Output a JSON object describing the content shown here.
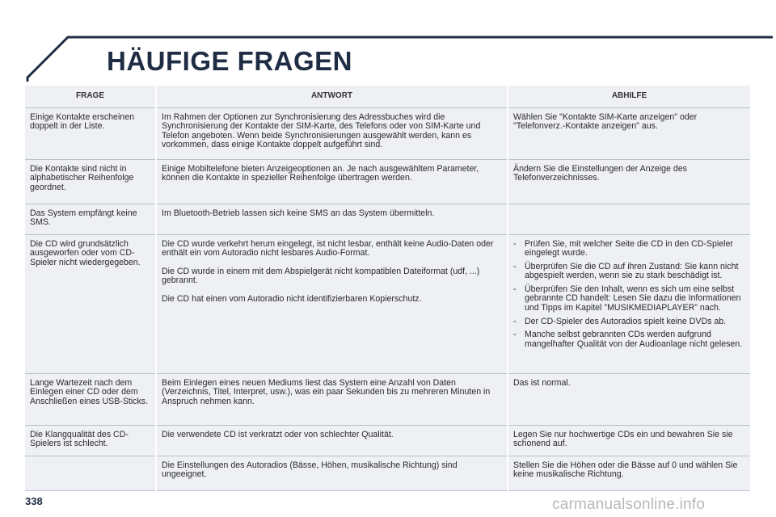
{
  "page": {
    "title": "HÄUFIGE FRAGEN",
    "page_number": "338",
    "watermark": "carmanualsonline.info"
  },
  "colors": {
    "title": "#1e2d44",
    "tab_border": "#1e2d44",
    "table_fill": "#eef0f4",
    "row_rule": "#b9c0cc"
  },
  "table": {
    "headers": {
      "question": "FRAGE",
      "answer": "ANTWORT",
      "remedy": "ABHILFE"
    },
    "rows": [
      {
        "question": "Einige Kontakte erscheinen doppelt in der Liste.",
        "answer": "Im Rahmen der Optionen zur Synchronisierung des Adressbuches wird die Synchronisierung der Kontakte der SIM-Karte, des Telefons oder von SIM-Karte und Telefon angeboten. Wenn beide Synchronisierungen ausgewählt werden, kann es vorkommen, dass einige Kontakte doppelt aufgeführt sind.",
        "remedy": "Wählen Sie \"Kontakte SIM-Karte anzeigen\" oder \"Telefonverz.-Kontakte anzeigen\" aus."
      },
      {
        "question": "Die Kontakte sind nicht in alphabetischer Reihenfolge geordnet.",
        "answer": "Einige Mobiltelefone bieten Anzeigeoptionen an. Je nach ausgewähltem Parameter, können die Kontakte in spezieller Reihenfolge übertragen werden.",
        "remedy": "Ändern Sie die Einstellungen der Anzeige des Telefonverzeichnisses."
      },
      {
        "question": "Das System empfängt keine SMS.",
        "answer": "Im Bluetooth-Betrieb lassen sich keine SMS an das System übermitteln.",
        "remedy": ""
      },
      {
        "question": "Die CD wird grundsätzlich ausgeworfen oder vom CD-Spieler nicht wiedergegeben.",
        "answers": [
          "Die CD wurde verkehrt herum eingelegt, ist nicht lesbar, enthält keine Audio-Daten oder enthält ein vom Autoradio nicht lesbares Audio-Format.",
          "Die CD wurde in einem mit dem Abspielgerät nicht kompatiblen Dateiformat (udf, ...) gebrannt.",
          "Die CD hat einen vom Autoradio nicht identifizierbaren Kopierschutz."
        ],
        "remedy_dash": "-",
        "remedies": [
          "Prüfen Sie, mit welcher Seite die CD in den CD-Spieler eingelegt wurde.",
          "Überprüfen Sie die CD auf ihren Zustand: Sie kann nicht abgespielt werden, wenn sie zu stark beschädigt ist.",
          "Überprüfen Sie den Inhalt, wenn es sich um eine selbst gebrannte CD handelt: Lesen Sie dazu die Informationen und Tipps im Kapitel \"MUSIKMEDIAPLAYER\" nach.",
          "Der CD-Spieler des Autoradios spielt keine DVDs ab.",
          "Manche selbst gebrannten CDs werden aufgrund mangelhafter Qualität von der Audioanlage nicht gelesen."
        ]
      },
      {
        "question": "Lange Wartezeit nach dem Einlegen einer CD oder dem Anschließen eines USB-Sticks.",
        "answer": "Beim Einlegen eines neuen Mediums liest das System eine Anzahl von Daten (Verzeichnis, Titel, Interpret, usw.), was ein paar Sekunden bis zu mehreren Minuten in Anspruch nehmen kann.",
        "remedy": "Das ist normal."
      },
      {
        "question": "Die Klangqualität des CD-Spielers ist schlecht.",
        "answer": "Die verwendete CD ist verkratzt oder von schlechter Qualität.",
        "remedy": "Legen Sie nur hochwertige CDs ein und bewahren Sie sie schonend auf."
      },
      {
        "question": "",
        "answer": "Die Einstellungen des Autoradios (Bässe, Höhen, musikalische Richtung) sind ungeeignet.",
        "remedy": "Stellen Sie die Höhen oder die Bässe auf 0 und wählen Sie keine musikalische Richtung."
      }
    ]
  }
}
